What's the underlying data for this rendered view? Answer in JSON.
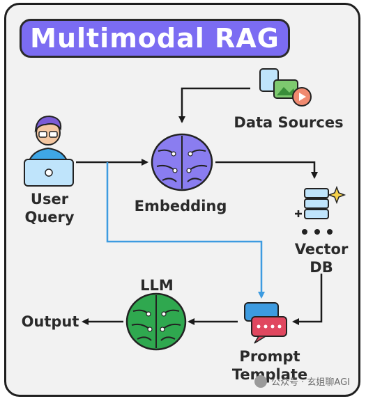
{
  "title": "Multimodal RAG",
  "nodes": {
    "user_query": {
      "label_line1": "User",
      "label_line2": "Query"
    },
    "embedding": {
      "label": "Embedding"
    },
    "data_sources": {
      "label": "Data Sources"
    },
    "vector_db": {
      "label_line1": "Vector",
      "label_line2": "DB"
    },
    "llm": {
      "label": "LLM"
    },
    "prompt_template": {
      "label_line1": "Prompt",
      "label_line2": "Template"
    },
    "output": {
      "label": "Output"
    }
  },
  "edges": [
    {
      "from": "Data Sources",
      "to": "Embedding"
    },
    {
      "from": "User Query",
      "to": "Embedding"
    },
    {
      "from": "Embedding",
      "to": "Vector DB"
    },
    {
      "from": "Vector DB",
      "to": "Prompt Template"
    },
    {
      "from": "User Query",
      "to": "Prompt Template"
    },
    {
      "from": "Prompt Template",
      "to": "LLM"
    },
    {
      "from": "LLM",
      "to": "Output"
    }
  ],
  "watermark": "公众号 · 玄姐聊AGI",
  "colors": {
    "title_bg": "#7b6cf2",
    "brain_purple": "#8a7df0",
    "brain_green": "#2fa84f",
    "query_arrow": "#3d9be0",
    "arrow": "#1a1a1a"
  }
}
